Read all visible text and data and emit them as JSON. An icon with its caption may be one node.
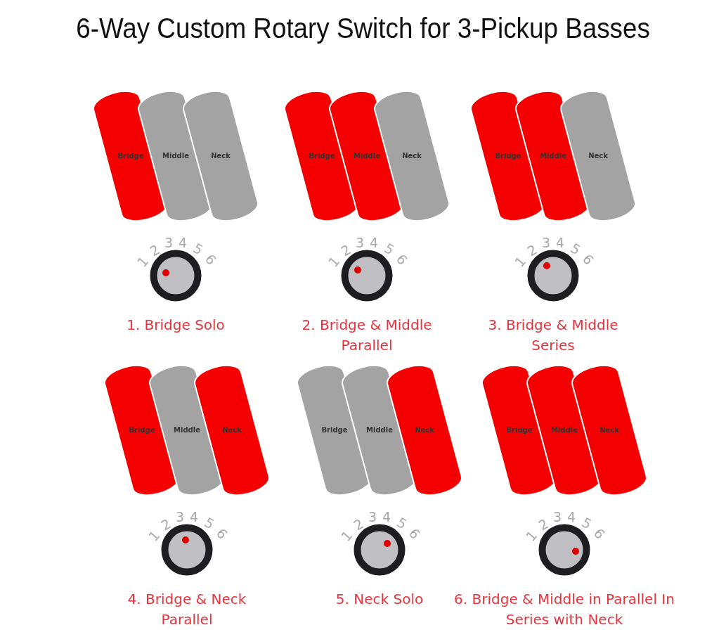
{
  "diagram": {
    "title": "6-Way Custom Rotary Switch for 3-Pickup Basses",
    "nodes": [
      {
        "text": [
          "Bridge"
        ]
      },
      {
        "text": [
          "Middle"
        ]
      },
      {
        "text": [
          "Neck"
        ]
      },
      {
        "text": [],
        "shape": "circle",
        "beside": [
          "1",
          "2",
          "3",
          "4",
          "5",
          "6",
          "1. Bridge Solo"
        ]
      },
      {
        "text": [
          "Bridge"
        ]
      },
      {
        "text": [
          "Middle"
        ]
      },
      {
        "text": [
          "Neck"
        ]
      },
      {
        "text": [],
        "shape": "circle",
        "beside": [
          "1",
          "2",
          "3",
          "4",
          "5",
          "6",
          "2. Bridge & Middle Parallel"
        ]
      },
      {
        "text": [
          "Bridge"
        ]
      },
      {
        "text": [
          "Middle"
        ]
      },
      {
        "text": [
          "Neck"
        ]
      },
      {
        "text": [],
        "shape": "circle",
        "beside": [
          "1",
          "2",
          "3",
          "4",
          "5",
          "6",
          "3. Bridge & Middle Series"
        ]
      },
      {
        "text": [
          "Bridge"
        ]
      },
      {
        "text": [
          "Middle"
        ]
      },
      {
        "text": [
          "Neck"
        ]
      },
      {
        "text": [],
        "shape": "circle",
        "beside": [
          "1",
          "2",
          "3",
          "4",
          "5",
          "6",
          "4. Bridge & Neck Parallel"
        ]
      },
      {
        "text": [
          "Bridge"
        ]
      },
      {
        "text": [
          "Middle"
        ]
      },
      {
        "text": [
          "Neck"
        ]
      },
      {
        "text": [],
        "shape": "circle",
        "beside": [
          "1",
          "2",
          "3",
          "4",
          "5",
          "6",
          "5. Neck Solo"
        ]
      },
      {
        "text": [
          "Bridge"
        ]
      },
      {
        "text": [
          "Middle"
        ]
      },
      {
        "text": [
          "Neck"
        ]
      },
      {
        "text": [],
        "shape": "circle",
        "beside": [
          "1",
          "2",
          "3",
          "4",
          "5",
          "6",
          "6. Bridge & Middle in Parallel In Series with Neck"
        ]
      }
    ],
    "edges": []
  }
}
